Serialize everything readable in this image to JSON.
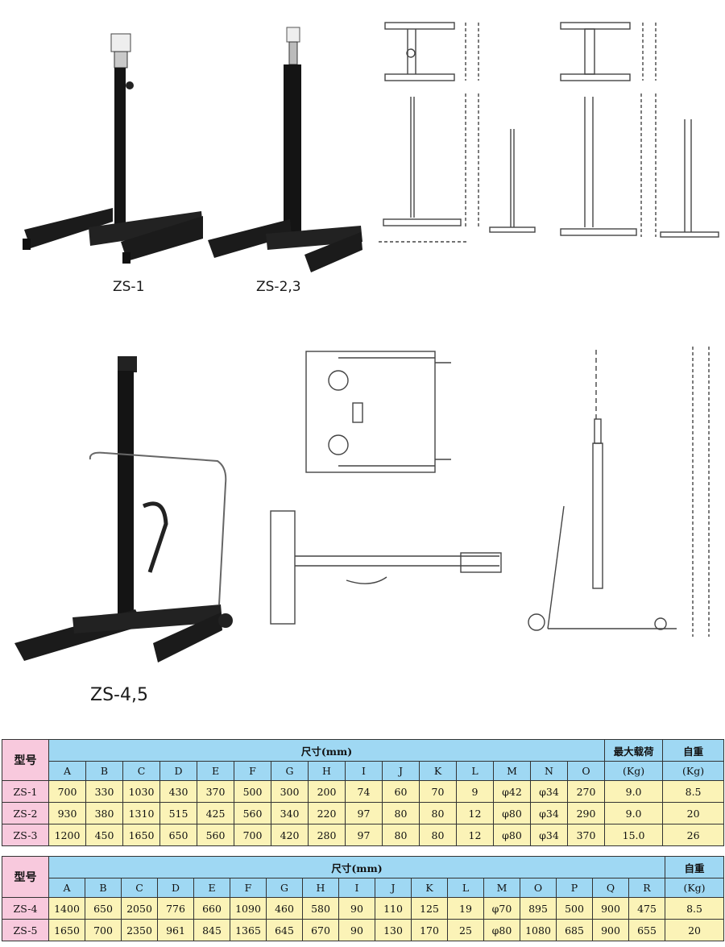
{
  "captions": {
    "zs1": "ZS-1",
    "zs23": "ZS-2,3",
    "zs45": "ZS-4,5"
  },
  "table1": {
    "model_header": "型号",
    "group_header": "尺寸(mm)",
    "max_load_header": "最大载荷",
    "weight_header": "自重",
    "unit": "(Kg)",
    "columns": [
      "A",
      "B",
      "C",
      "D",
      "E",
      "F",
      "G",
      "H",
      "I",
      "J",
      "K",
      "L",
      "M",
      "N",
      "O"
    ],
    "rows": [
      {
        "model": "ZS-1",
        "values": [
          "700",
          "330",
          "1030",
          "430",
          "370",
          "500",
          "300",
          "200",
          "74",
          "60",
          "70",
          "9",
          "φ42",
          "φ34",
          "270"
        ],
        "max_load": "9.0",
        "weight": "8.5"
      },
      {
        "model": "ZS-2",
        "values": [
          "930",
          "380",
          "1310",
          "515",
          "425",
          "560",
          "340",
          "220",
          "97",
          "80",
          "80",
          "12",
          "φ80",
          "φ34",
          "290"
        ],
        "max_load": "9.0",
        "weight": "20"
      },
      {
        "model": "ZS-3",
        "values": [
          "1200",
          "450",
          "1650",
          "650",
          "560",
          "700",
          "420",
          "280",
          "97",
          "80",
          "80",
          "12",
          "φ80",
          "φ34",
          "370"
        ],
        "max_load": "15.0",
        "weight": "26"
      }
    ]
  },
  "table2": {
    "model_header": "型号",
    "group_header": "尺寸(mm)",
    "weight_header": "自重",
    "unit": "(Kg)",
    "columns": [
      "A",
      "B",
      "C",
      "D",
      "E",
      "F",
      "G",
      "H",
      "I",
      "J",
      "K",
      "L",
      "M",
      "O",
      "P",
      "Q",
      "R"
    ],
    "rows": [
      {
        "model": "ZS-4",
        "values": [
          "1400",
          "650",
          "2050",
          "776",
          "660",
          "1090",
          "460",
          "580",
          "90",
          "110",
          "125",
          "19",
          "φ70",
          "895",
          "500",
          "900",
          "475"
        ],
        "weight": "8.5"
      },
      {
        "model": "ZS-5",
        "values": [
          "1650",
          "700",
          "2350",
          "961",
          "845",
          "1365",
          "645",
          "670",
          "90",
          "130",
          "170",
          "25",
          "φ80",
          "1080",
          "685",
          "900",
          "655"
        ],
        "weight": "20"
      }
    ]
  }
}
